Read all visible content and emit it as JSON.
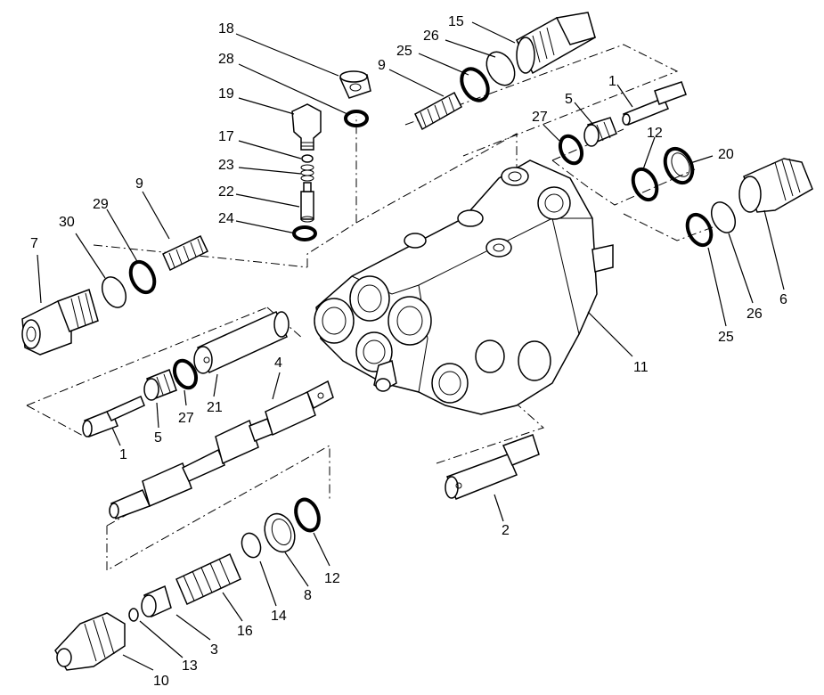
{
  "labels": {
    "p18": "18",
    "p28": "28",
    "p19": "19",
    "p17": "17",
    "p23": "23",
    "p22": "22",
    "p24": "24",
    "p15": "15",
    "p26a": "26",
    "p25a": "25",
    "p9a": "9",
    "p1a": "1",
    "p5a": "5",
    "p27a": "27",
    "p12a": "12",
    "p20": "20",
    "p9b": "9",
    "p29": "29",
    "p30": "30",
    "p7": "7",
    "p6": "6",
    "p26b": "26",
    "p25b": "25",
    "p11": "11",
    "p4": "4",
    "p21": "21",
    "p27b": "27",
    "p5b": "5",
    "p1b": "1",
    "p2": "2",
    "p12b": "12",
    "p8": "8",
    "p14": "14",
    "p16": "16",
    "p3": "3",
    "p13": "13",
    "p10": "10"
  }
}
